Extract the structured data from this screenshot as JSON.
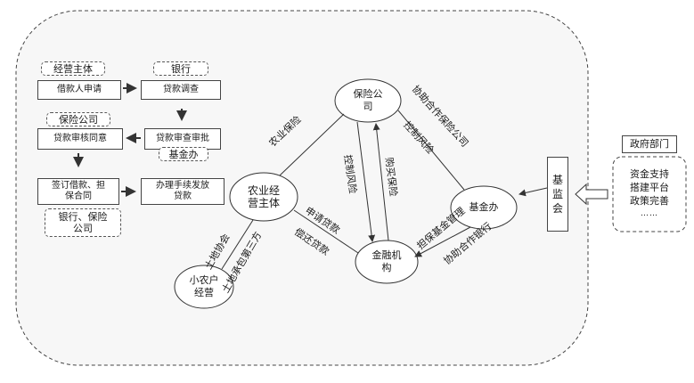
{
  "flow": {
    "main_actor_tag": "经营主体",
    "bank_tag": "银行",
    "insurer_tag": "保险公司",
    "fund_office_tag": "基金办",
    "bank_insurer_tag": "银行、保险\n公司",
    "step1": "借款人申请",
    "step2": "贷款调查",
    "step3": "贷款审查审批",
    "step4": "贷款审核同意",
    "step5": "签订借款、担\n保合同",
    "step6": "办理手续发放\n贷款"
  },
  "network": {
    "insurance_co": "保险公\n司",
    "agri_entity": "农业经\n营主体",
    "fund_office": "基金办",
    "financial_inst": "金融机\n构",
    "smallholder": "小农户\n经营",
    "supervisor": "基\n监\n会",
    "edges": {
      "agri_insurance": "农业保险",
      "coop_insurance_co": "协助合作保险公司",
      "control_risk_fund": "控制风险",
      "control_risk_left": "控制风险",
      "buy_insurance": "购买保险",
      "apply_loan": "申请贷款",
      "repay_loan": "偿还贷款",
      "guarantee_fund": "担保基金管理",
      "coop_bank": "协助合作银行",
      "land_assoc": "土地协会",
      "land_contract": "土地承包第三方"
    }
  },
  "gov": {
    "title": "政府部门",
    "items": [
      "资金支持",
      "搭建平台",
      "政策完善",
      "……"
    ]
  }
}
